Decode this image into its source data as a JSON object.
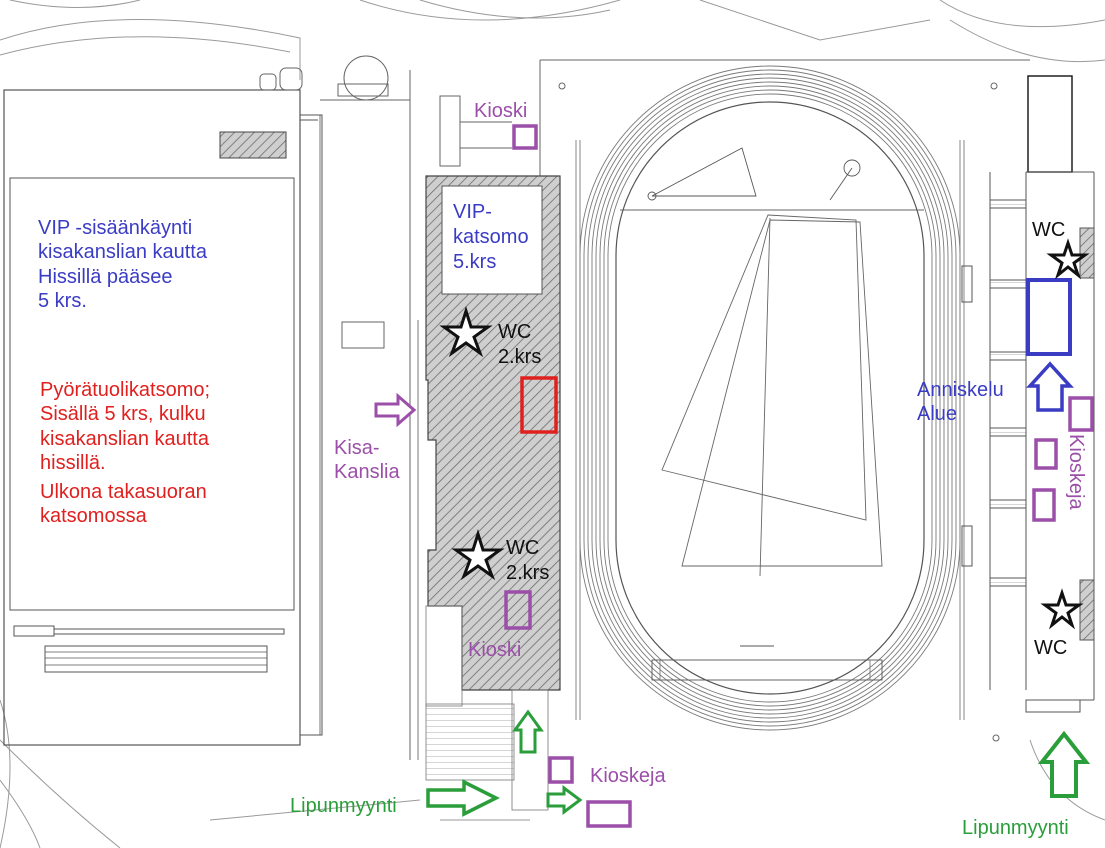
{
  "labels": {
    "kioski_top": "Kioski",
    "vip_stand": [
      "VIP-",
      "katsomo",
      "5.krs"
    ],
    "vip_entry": [
      "VIP -sisäänkäynti",
      "kisakanslian kautta",
      "Hissillä pääsee",
      "5 krs."
    ],
    "wheelchair": [
      "Pyörätuolikatsomo;",
      "Sisällä 5 krs, kulku",
      "kisakanslian kautta",
      "hissillä.",
      "Ulkona takasuoran",
      "katsomossa"
    ],
    "wc_main_upper": [
      "WC",
      "2.krs"
    ],
    "wc_main_lower": [
      "WC",
      "2.krs"
    ],
    "kisakanslia": [
      "Kisa-",
      "Kanslia"
    ],
    "kioski_main": "Kioski",
    "lipunmyynti_left": "Lipunmyynti",
    "kioskeja_bottom": "Kioskeja",
    "lipunmyynti_right": "Lipunmyynti",
    "wc_east_top": "WC",
    "wc_east_bottom": "WC",
    "anniskelu": [
      "Anniskelu",
      "Alue"
    ],
    "kioskeja_east": "Kioskeja"
  },
  "colors": {
    "blue": "#3a3cc4",
    "red": "#e0201e",
    "purple": "#9b4fa8",
    "green": "#2a9e3a",
    "hatch": "#8a8a8a"
  },
  "icons": [
    "star-icon",
    "arrow-icon"
  ]
}
